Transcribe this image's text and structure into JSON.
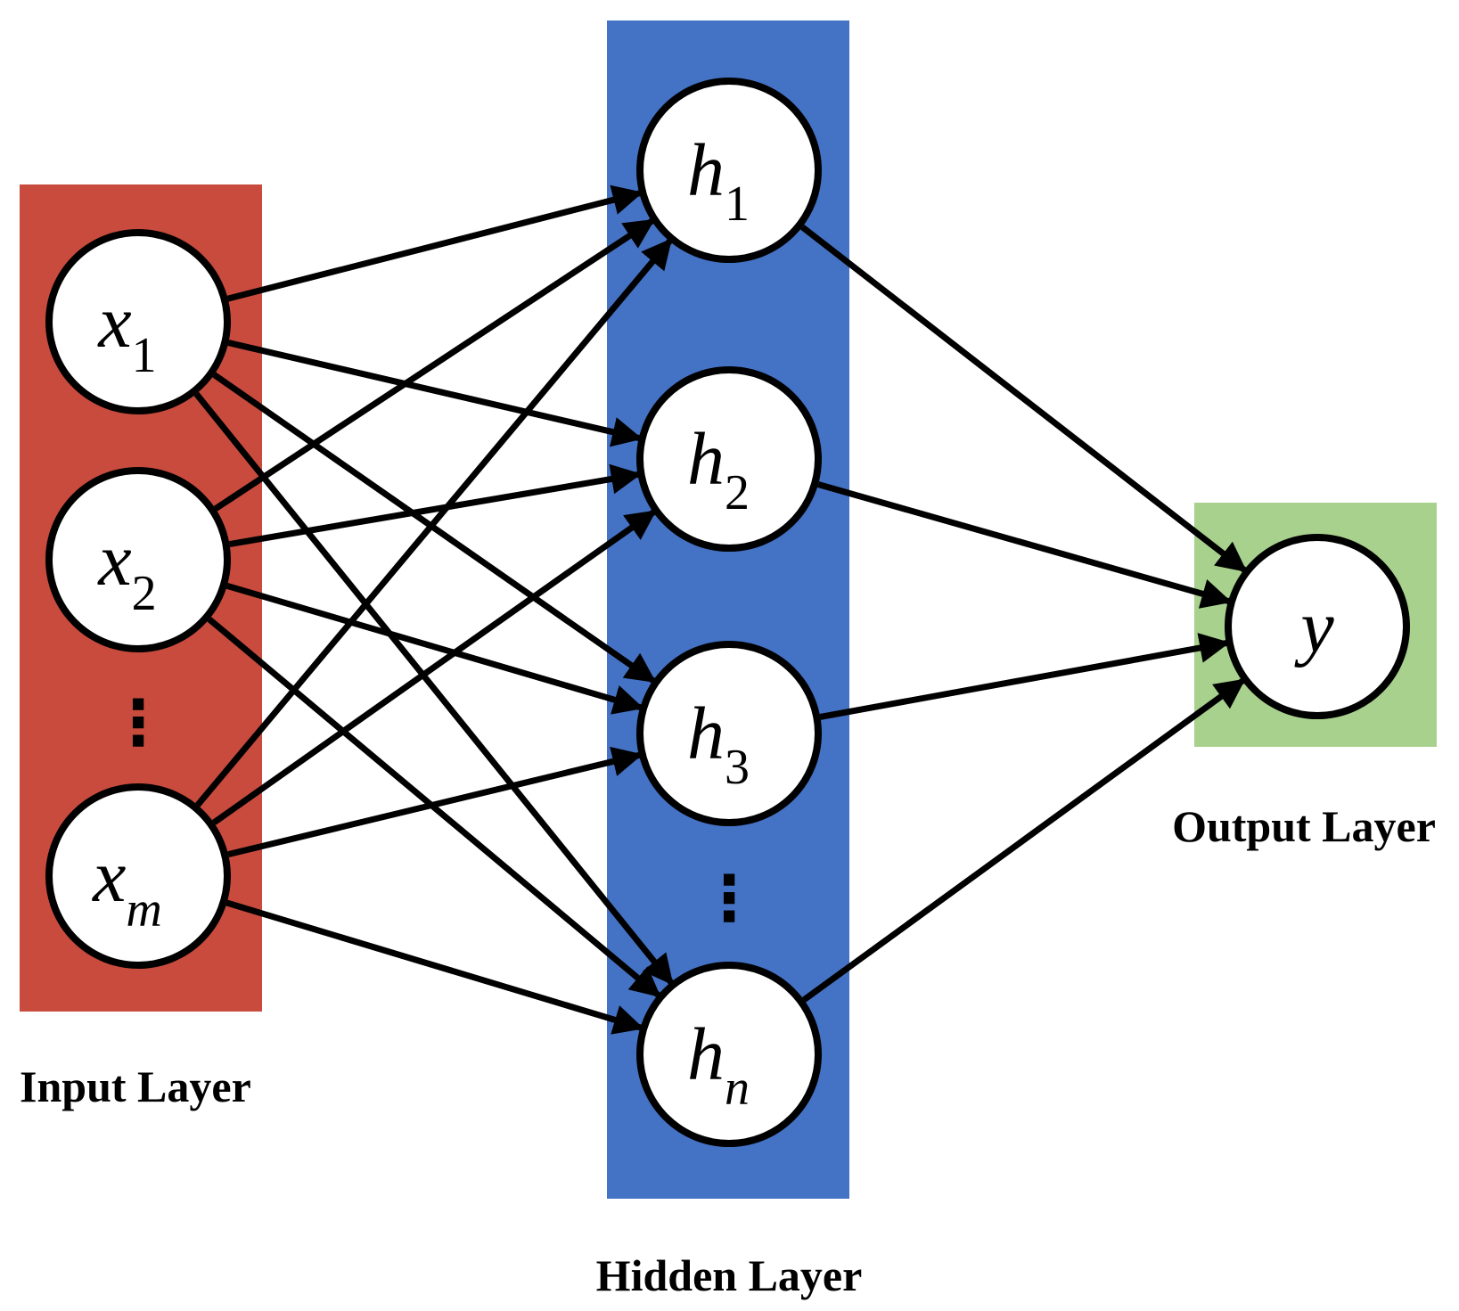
{
  "colors": {
    "input_layer": "#C84B3E",
    "hidden_layer": "#4472C4",
    "output_layer": "#A9D18E",
    "node_fill": "#FFFFFF",
    "stroke": "#000000"
  },
  "labels": {
    "input_layer": "Input Layer",
    "hidden_layer": "Hidden Layer",
    "output_layer": "Output Layer"
  },
  "input_nodes": [
    {
      "var": "x",
      "sub": "1"
    },
    {
      "var": "x",
      "sub": "2"
    },
    {
      "var": "x",
      "sub": "m"
    }
  ],
  "hidden_nodes": [
    {
      "var": "h",
      "sub": "1"
    },
    {
      "var": "h",
      "sub": "2"
    },
    {
      "var": "h",
      "sub": "3"
    },
    {
      "var": "h",
      "sub": "n"
    }
  ],
  "output_nodes": [
    {
      "var": "y",
      "sub": ""
    }
  ],
  "ellipsis": "⋮"
}
